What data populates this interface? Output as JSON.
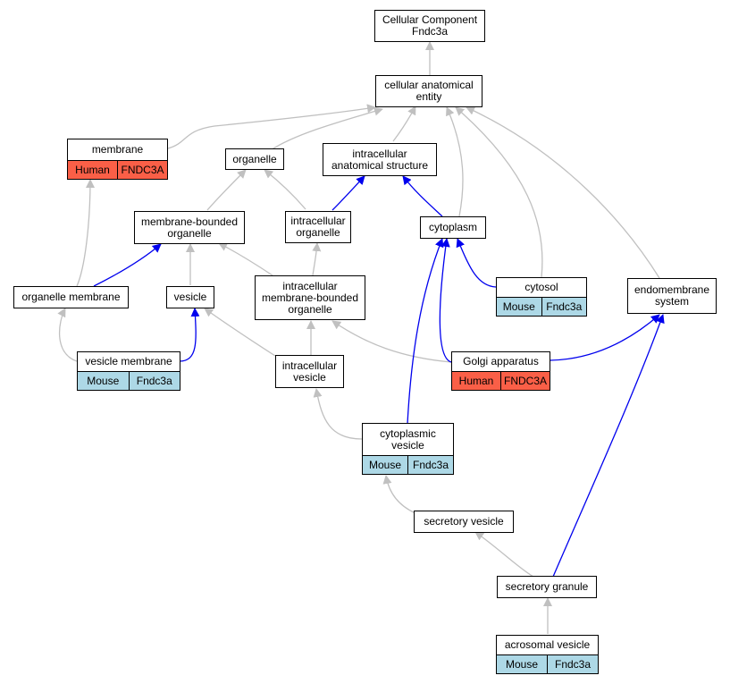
{
  "colors": {
    "edge_gray": "#c0c0c0",
    "edge_blue": "#0000ee",
    "mouse": "#add8e6",
    "human": "#fa5f47"
  },
  "nodes": {
    "cc": {
      "line1": "Cellular Component",
      "line2": "Fndc3a"
    },
    "cae": {
      "line1": "cellular anatomical",
      "line2": "entity"
    },
    "membrane": {
      "line1": "membrane",
      "species": "Human",
      "gene": "FNDC3A"
    },
    "organelle": {
      "line1": "organelle"
    },
    "ias": {
      "line1": "intracellular",
      "line2": "anatomical structure"
    },
    "mbo": {
      "line1": "membrane-bounded",
      "line2": "organelle"
    },
    "io": {
      "line1": "intracellular",
      "line2": "organelle"
    },
    "cytoplasm": {
      "line1": "cytoplasm"
    },
    "om": {
      "line1": "organelle membrane"
    },
    "vesicle": {
      "line1": "vesicle"
    },
    "imbo": {
      "line1": "intracellular",
      "line2": "membrane-bounded",
      "line3": "organelle"
    },
    "cytosol": {
      "line1": "cytosol",
      "species": "Mouse",
      "gene": "Fndc3a"
    },
    "es": {
      "line1": "endomembrane",
      "line2": "system"
    },
    "vm": {
      "line1": "vesicle membrane",
      "species": "Mouse",
      "gene": "Fndc3a"
    },
    "iv": {
      "line1": "intracellular",
      "line2": "vesicle"
    },
    "golgi": {
      "line1": "Golgi apparatus",
      "species": "Human",
      "gene": "FNDC3A"
    },
    "cv": {
      "line1": "cytoplasmic",
      "line2": "vesicle",
      "species": "Mouse",
      "gene": "Fndc3a"
    },
    "sv": {
      "line1": "secretory vesicle"
    },
    "sg": {
      "line1": "secretory granule"
    },
    "av": {
      "line1": "acrosomal vesicle",
      "species": "Mouse",
      "gene": "Fndc3a"
    }
  }
}
